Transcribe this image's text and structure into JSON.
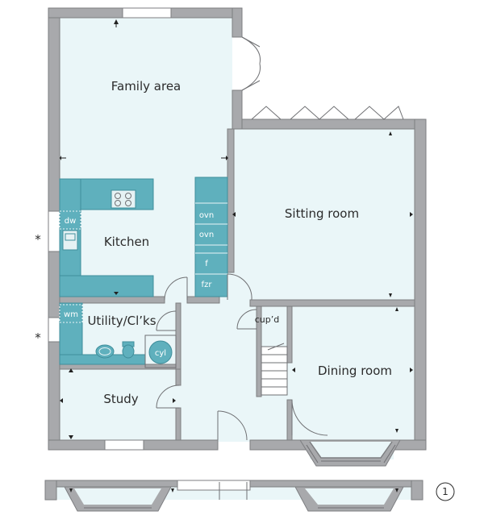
{
  "rooms": {
    "family_area": "Family area",
    "kitchen": "Kitchen",
    "sitting_room": "Sitting room",
    "utility": "Utility/Cl’ks",
    "dining_room": "Dining room",
    "study": "Study",
    "cupboard": "cup’d"
  },
  "appliances": {
    "dishwasher": "dw",
    "oven_1": "ovn",
    "oven_2": "ovn",
    "fridge": "f",
    "freezer": "fzr",
    "washing_machine": "wm",
    "cylinder": "cyl"
  },
  "notes": {
    "asterisk_kitchen": "*",
    "asterisk_utility": "*",
    "option_marker": "1"
  },
  "colors": {
    "wall": "#a8a9ac",
    "floor": "#eaf6f8",
    "units": "#5fb0bd"
  }
}
